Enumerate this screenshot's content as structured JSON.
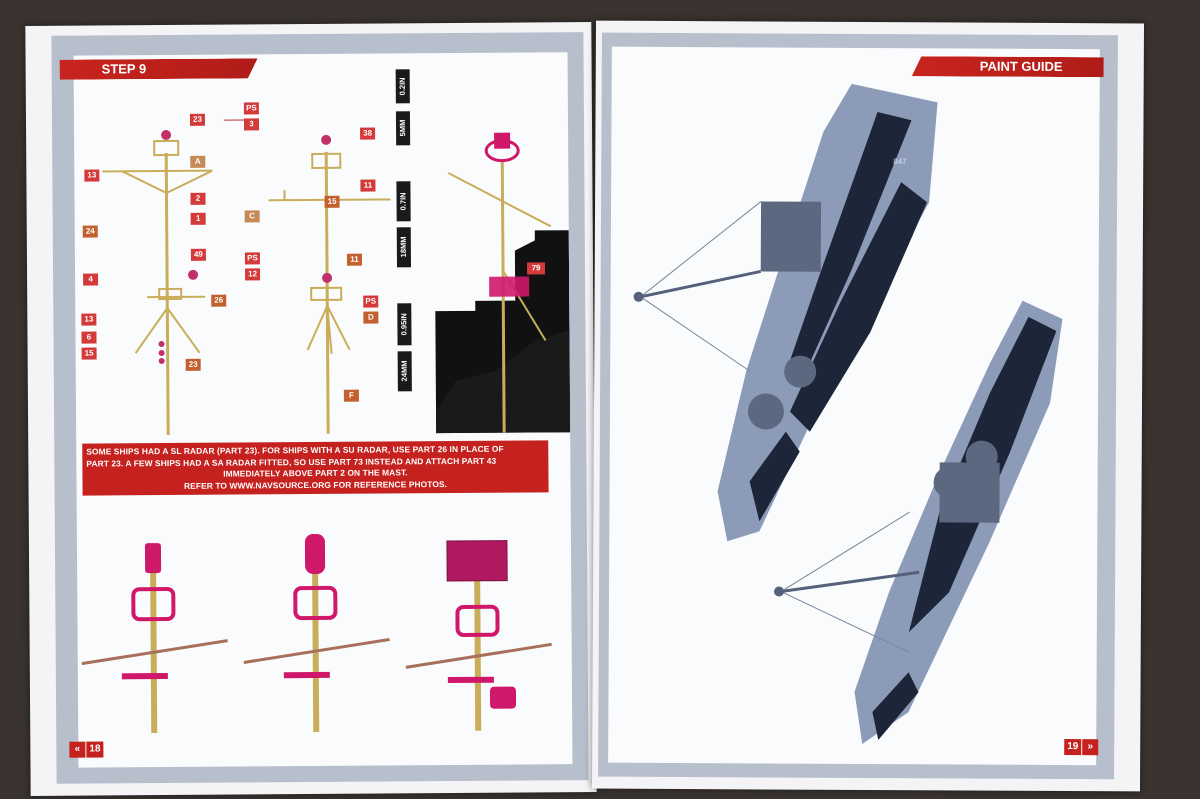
{
  "left_page": {
    "step_title": "STEP 9",
    "page_number": "18",
    "nav_arrow": "«",
    "notice_lines": [
      "SOME SHIPS HAD A SL RADAR (PART 23).  FOR SHIPS WITH A SU RADAR, USE PART 26 IN PLACE OF",
      "PART 23.  A FEW SHIPS HAD A SA RADAR FITTED, SO USE PART 73 INSTEAD AND ATTACH PART 43",
      "IMMEDIATELY ABOVE PART 2 ON THE MAST.",
      "REFER TO WWW.NAVSOURCE.ORG FOR REFERENCE PHOTOS."
    ],
    "dimensions": [
      "0.2IN",
      "5MM",
      "0.7IN",
      "18MM",
      "0.95IN",
      "24MM"
    ],
    "mast1_parts": {
      "p23": "23",
      "pA": "A",
      "p13": "13",
      "p2": "2",
      "p1": "1",
      "p24": "24",
      "p49": "49",
      "p4": "4",
      "p13b": "13",
      "p6": "6",
      "p15": "15",
      "p23b": "23"
    },
    "mast2_parts": {
      "ps1": "PS",
      "p3": "3",
      "p38": "38",
      "p11": "11",
      "p15": "15",
      "pC": "C",
      "ps2": "PS",
      "p12": "12",
      "p11b": "11",
      "p26": "26",
      "ps3": "PS",
      "pD": "D",
      "pF": "F"
    },
    "mast3_parts": {
      "p79": "79"
    }
  },
  "right_page": {
    "title": "PAINT GUIDE",
    "page_number": "19",
    "nav_arrow": "»",
    "hull_number": "847"
  },
  "colors": {
    "accent_red": "#c5221f",
    "mast_tan": "#c9ad5a",
    "highlight_magenta": "#d0186a",
    "hull_grey": "#8c9cb8",
    "camo_dark": "#1d2638"
  }
}
